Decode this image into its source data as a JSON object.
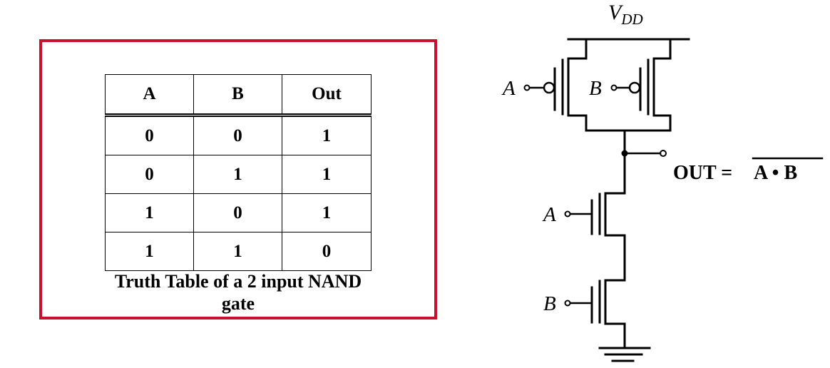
{
  "truth_table": {
    "headers": [
      "A",
      "B",
      "Out"
    ],
    "rows": [
      [
        "0",
        "0",
        "1"
      ],
      [
        "0",
        "1",
        "1"
      ],
      [
        "1",
        "0",
        "1"
      ],
      [
        "1",
        "1",
        "0"
      ]
    ],
    "caption_line1": "Truth Table of a 2 input NAND",
    "caption_line2": "gate"
  },
  "colors": {
    "frame": "#c8102e",
    "ink": "#000000"
  },
  "circuit": {
    "supply_label_main": "V",
    "supply_label_sub": "DD",
    "pmos_a_label": "A",
    "pmos_b_label": "B",
    "nmos_a_label": "A",
    "nmos_b_label": "B",
    "output_label_prefix": "OUT =",
    "output_label_expression": "A • B"
  }
}
